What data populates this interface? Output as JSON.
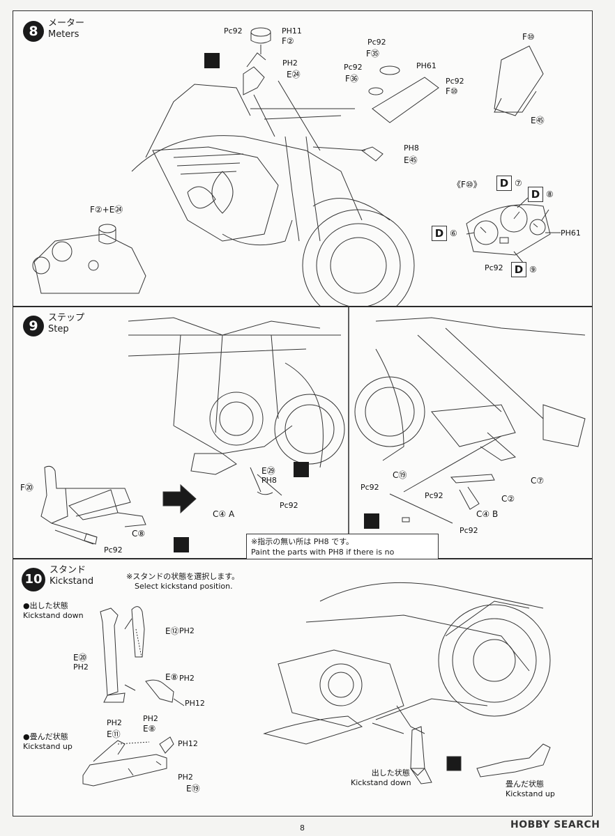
{
  "page_number": "8",
  "watermark": "HOBBY SEARCH",
  "step8": {
    "number": "8",
    "title_jp": "メーター",
    "title_en": "Meters",
    "labels": {
      "pc92_a": "Pc92",
      "ph11": "PH11",
      "f2": "F②",
      "ph2": "PH2",
      "e24": "E㉔",
      "pc92_b": "Pc92",
      "f35": "F㉟",
      "ph61_a": "PH61",
      "pc92_c": "Pc92",
      "f36": "F㊱",
      "pc92_d": "Pc92",
      "f10_a": "F⑩",
      "f10_b": "F⑩",
      "e45_a": "E㊺",
      "ph8": "PH8",
      "e45_b": "E㊺",
      "f2_e24": "F②+E㉔",
      "f10_detail": "《F⑩》",
      "d7": "⑦",
      "d8": "⑧",
      "d6": "⑥",
      "d9": "⑨",
      "ph61_b": "PH61",
      "pc92_e": "Pc92",
      "decal": "D"
    }
  },
  "step9": {
    "number": "9",
    "title_jp": "ステップ",
    "title_en": "Step",
    "labels": {
      "e29": "E㉙",
      "ph8": "PH8",
      "f20": "F⑳",
      "c8": "C⑧",
      "pc92_a": "Pc92",
      "c4a": "C④ A",
      "pc92_b": "Pc92",
      "c19": "C⑲",
      "pc92_c": "Pc92",
      "c7": "C⑦",
      "pc92_d": "Pc92",
      "c2": "C②",
      "c4b": "C④ B",
      "pc92_e": "Pc92"
    },
    "note_jp": "※指示の無い所は PH8 です。",
    "note_en": "Paint the parts with PH8 if there is no indication."
  },
  "step10": {
    "number": "10",
    "title_jp": "スタンド",
    "title_en": "Kickstand",
    "instruction_jp": "※スタンドの状態を選択します。",
    "instruction_en": "Select kickstand position.",
    "down_jp": "●出した状態",
    "down_en": "Kickstand down",
    "up_jp": "●畳んだ状態",
    "up_en": "Kickstand up",
    "labels": {
      "e12": "E⑫",
      "ph2_a": "PH2",
      "e20": "E⑳",
      "ph2_b": "PH2",
      "e8_a": "E⑧",
      "ph2_c": "PH2",
      "ph12_a": "PH12",
      "ph2_d": "PH2",
      "e11": "E⑪",
      "ph2_e": "PH2",
      "e8_b": "E⑧",
      "ph12_b": "PH12",
      "ph2_f": "PH2",
      "e19": "E⑲"
    },
    "view_down_jp": "出した状態",
    "view_down_en": "Kickstand down",
    "view_up_jp": "畳んだ状態",
    "view_up_en": "Kickstand up"
  }
}
